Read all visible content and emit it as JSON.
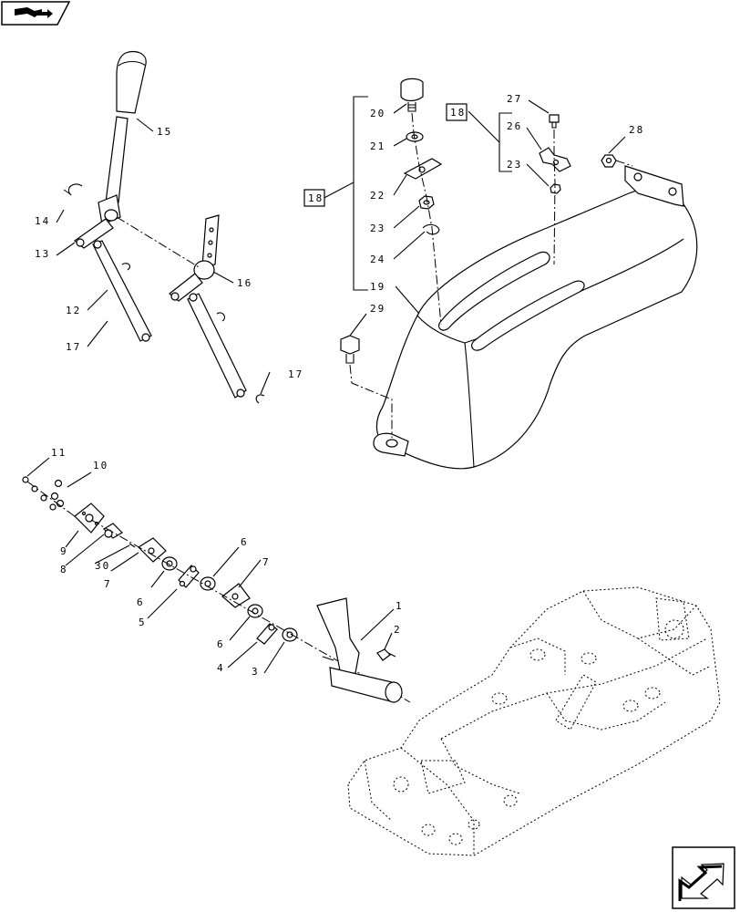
{
  "nav": {
    "top_left_icon": "book-arrow-icon",
    "bottom_right_icon": "next-arrow-icon"
  },
  "callouts": [
    {
      "id": "15",
      "text": "15"
    },
    {
      "id": "14",
      "text": "14"
    },
    {
      "id": "13",
      "text": "13"
    },
    {
      "id": "12",
      "text": "12"
    },
    {
      "id": "17a",
      "text": "17"
    },
    {
      "id": "16",
      "text": "16"
    },
    {
      "id": "17b",
      "text": "17"
    },
    {
      "id": "20",
      "text": "20"
    },
    {
      "id": "21",
      "text": "21"
    },
    {
      "id": "22",
      "text": "22"
    },
    {
      "id": "23a",
      "text": "23"
    },
    {
      "id": "24",
      "text": "24"
    },
    {
      "id": "19",
      "text": "19"
    },
    {
      "id": "27",
      "text": "27"
    },
    {
      "id": "26",
      "text": "26"
    },
    {
      "id": "23b",
      "text": "23"
    },
    {
      "id": "28",
      "text": "28"
    },
    {
      "id": "29",
      "text": "29"
    },
    {
      "id": "11",
      "text": "11"
    },
    {
      "id": "10",
      "text": "10"
    },
    {
      "id": "9",
      "text": "9"
    },
    {
      "id": "8",
      "text": "8"
    },
    {
      "id": "30",
      "text": "30"
    },
    {
      "id": "7a",
      "text": "7"
    },
    {
      "id": "6a",
      "text": "6"
    },
    {
      "id": "5",
      "text": "5"
    },
    {
      "id": "6b",
      "text": "6"
    },
    {
      "id": "7b",
      "text": "7"
    },
    {
      "id": "6c",
      "text": "6"
    },
    {
      "id": "4",
      "text": "4"
    },
    {
      "id": "3",
      "text": "3"
    },
    {
      "id": "1",
      "text": "1"
    },
    {
      "id": "2",
      "text": "2"
    }
  ],
  "kit_boxes": [
    {
      "id": "kit-left",
      "text": "18"
    },
    {
      "id": "kit-right",
      "text": "18"
    }
  ]
}
